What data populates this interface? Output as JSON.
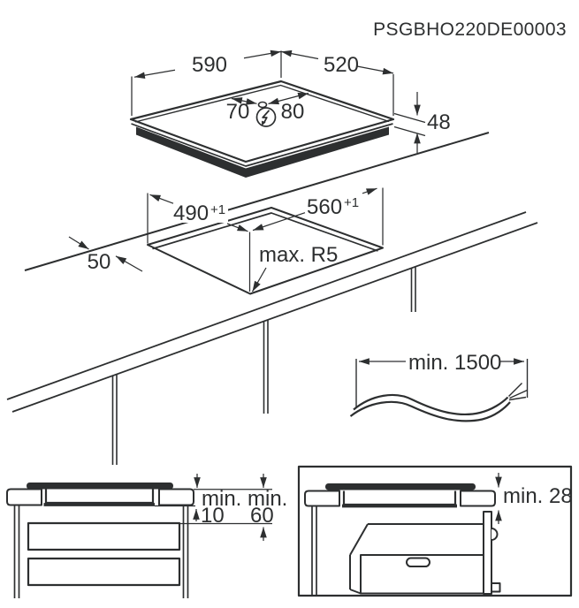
{
  "title": "PSGBHO220DE00003",
  "colors": {
    "ink": "#2d2f30",
    "background": "#ffffff"
  },
  "hob_top_view": {
    "width": "590",
    "depth": "520",
    "cable_offset_left": "70",
    "cable_offset_right": "80",
    "height": "48",
    "power_symbol": "lightning-circle-icon"
  },
  "cutout_view": {
    "depth": "490",
    "depth_tolerance": "+1",
    "width": "560",
    "width_tolerance": "+1",
    "rear_gap": "50",
    "corner_radius": "max. R5"
  },
  "cable_view": {
    "length": "min. 1500"
  },
  "drawer_section_view": {
    "gap_min_label": "min.",
    "gap_min_value": "10",
    "clearance_min_label": "min.",
    "clearance_min_value": "60"
  },
  "oven_section_view": {
    "clearance": "min. 28"
  }
}
